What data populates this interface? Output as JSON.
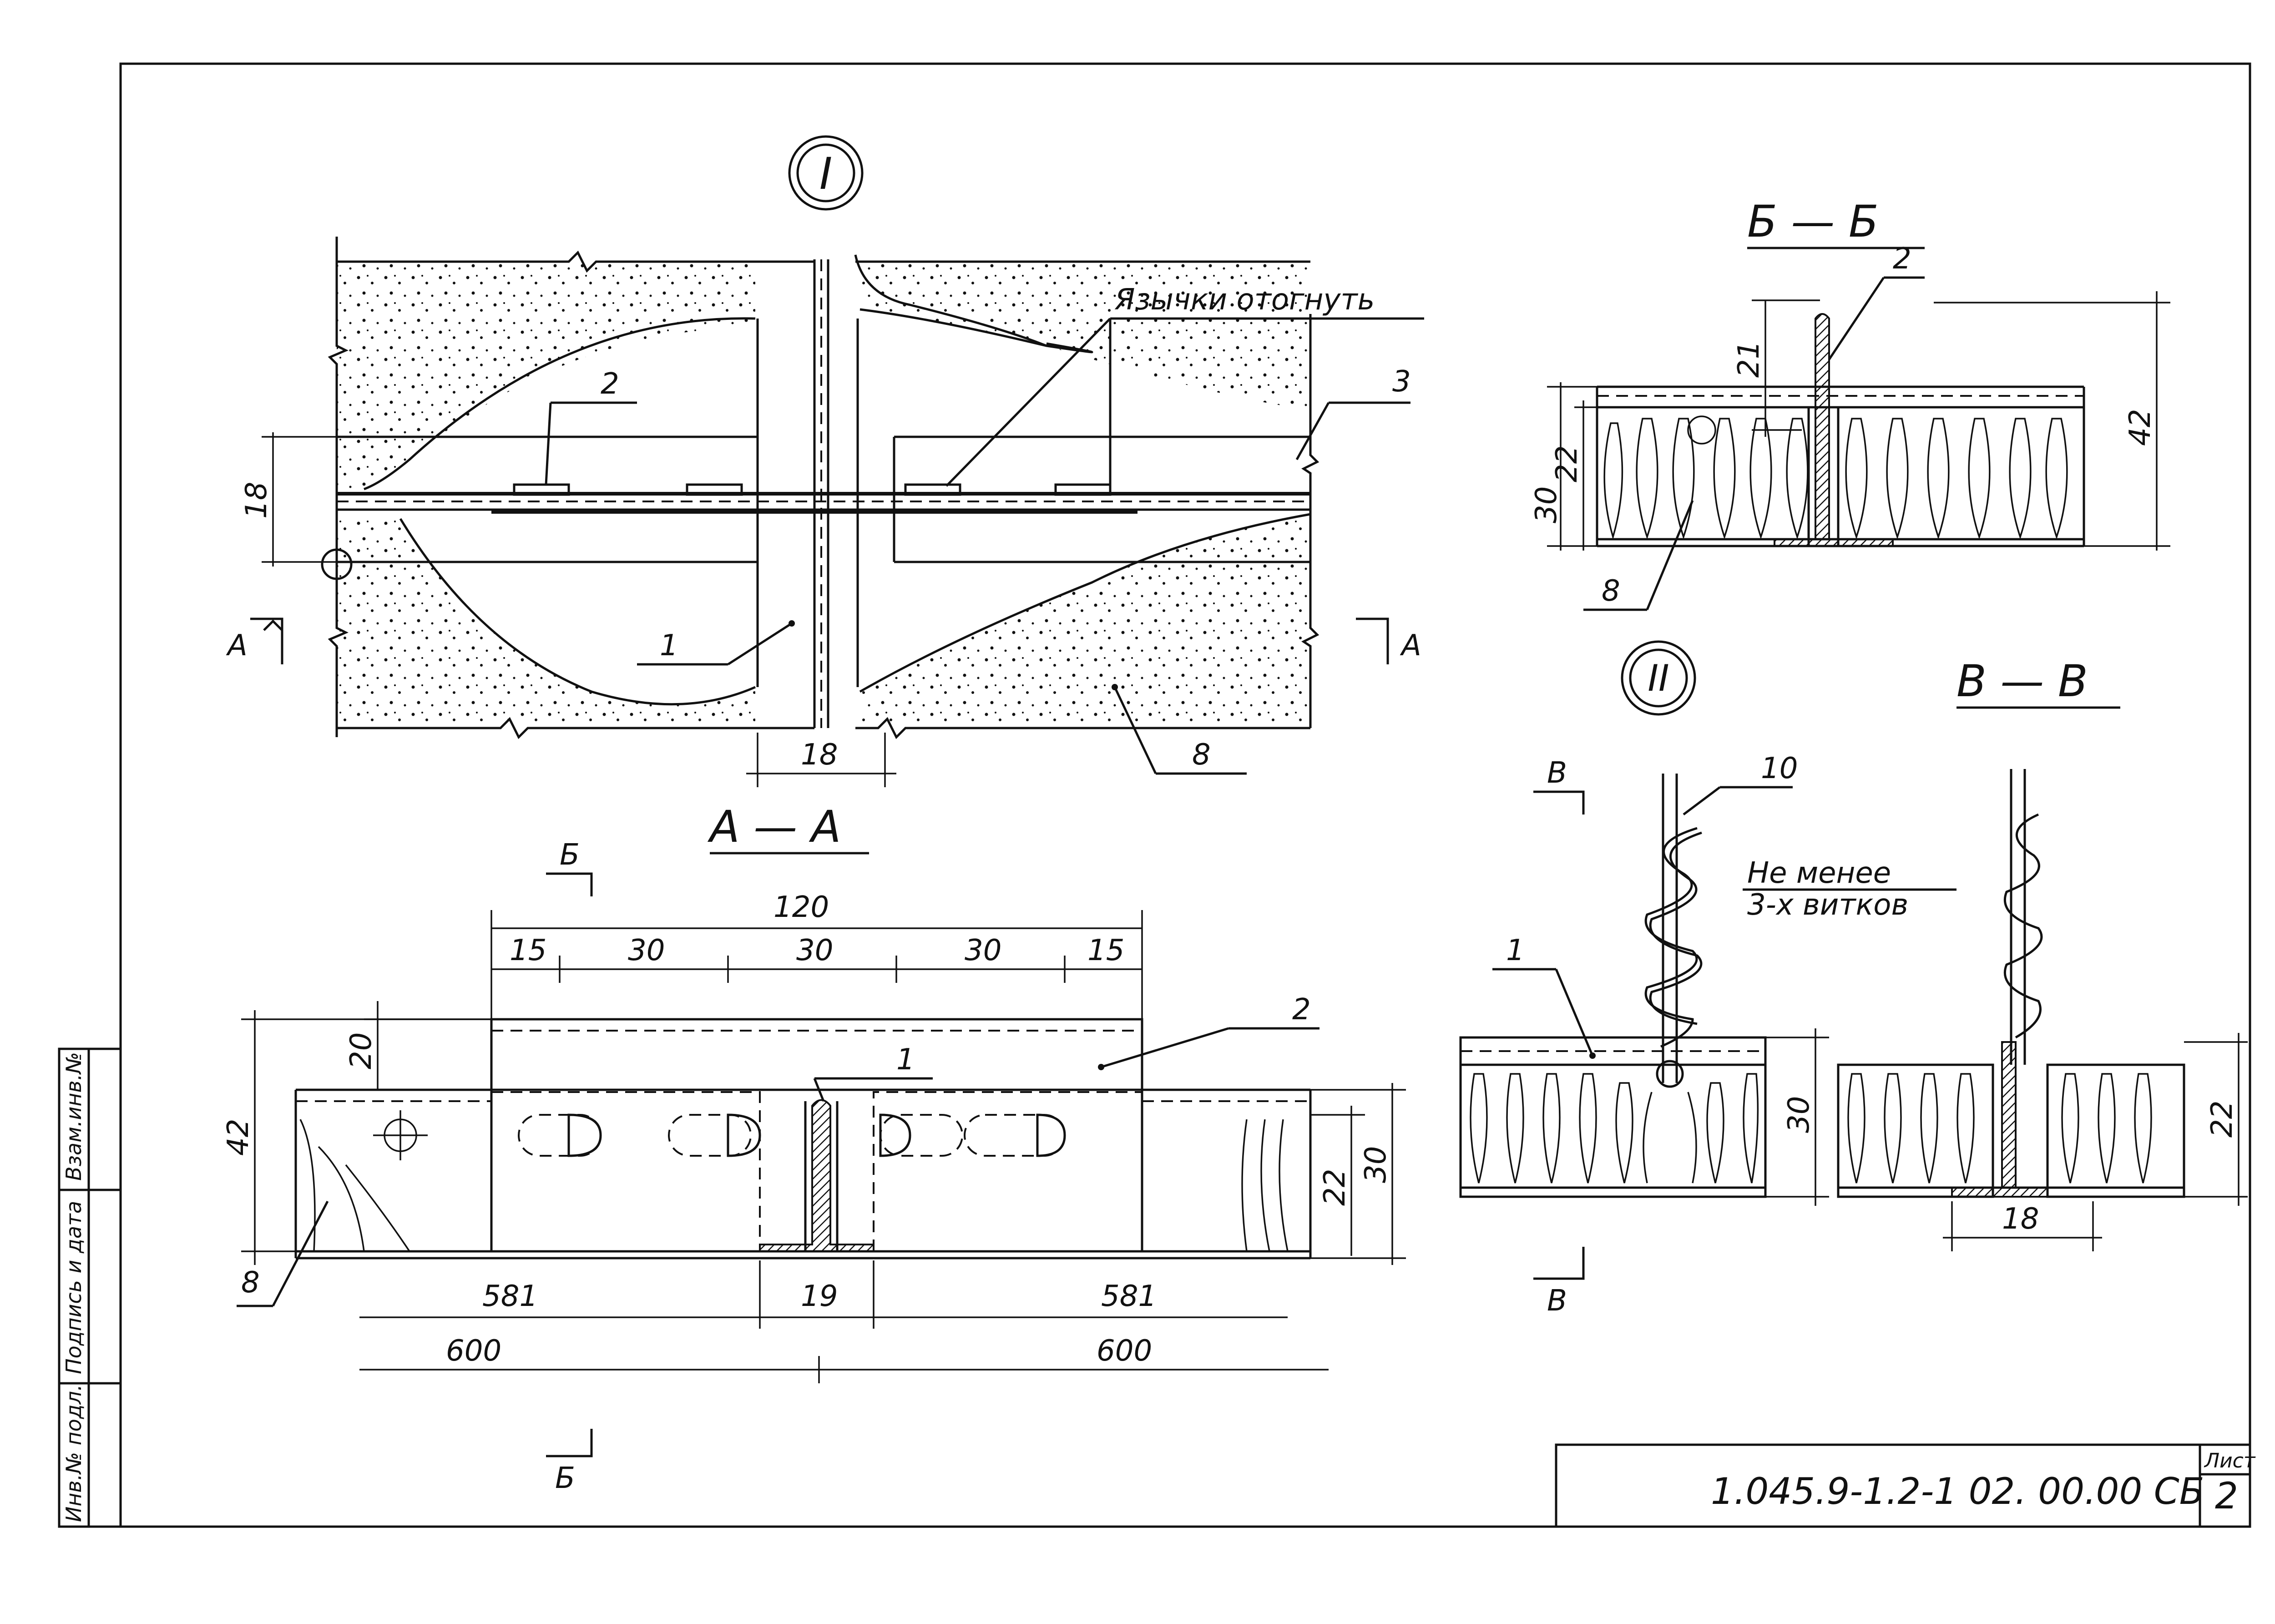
{
  "views": {
    "node_1": {
      "marker": "I",
      "note_label": "Язычки отогнуть",
      "callouts": [
        "2",
        "3",
        "1",
        "8"
      ],
      "dim_height": "18",
      "dim_gap": "18",
      "section_mark": "А"
    },
    "section_bb": {
      "title": "Б — Б",
      "callouts": [
        "2",
        "8"
      ],
      "dims": [
        "21",
        "22",
        "30",
        "42"
      ]
    },
    "section_aa": {
      "title": "А — А",
      "section_mark": "Б",
      "top_dims": [
        "120",
        "15",
        "30",
        "30",
        "30",
        "15"
      ],
      "side_dims": [
        "20",
        "42",
        "22",
        "30"
      ],
      "bottom_dims": [
        "581",
        "19",
        "581",
        "600",
        "600"
      ],
      "callouts": [
        "2",
        "1",
        "8"
      ]
    },
    "node_2": {
      "marker": "II",
      "section_mark": "В",
      "callouts": [
        "10",
        "1"
      ],
      "note_line1": "Не менее",
      "note_line2": "3-х витков",
      "dims": [
        "30",
        "22",
        "18"
      ]
    },
    "section_vv": {
      "title": "В — В"
    }
  },
  "side_stamp": [
    "Взам.инв.№",
    "Подпись и дата",
    "Инв.№ подл."
  ],
  "title_block": {
    "doc_code": "1.045.9-1.2-1 02. 00.00 СБ",
    "sheet_label": "Лист",
    "sheet_number": "2"
  }
}
